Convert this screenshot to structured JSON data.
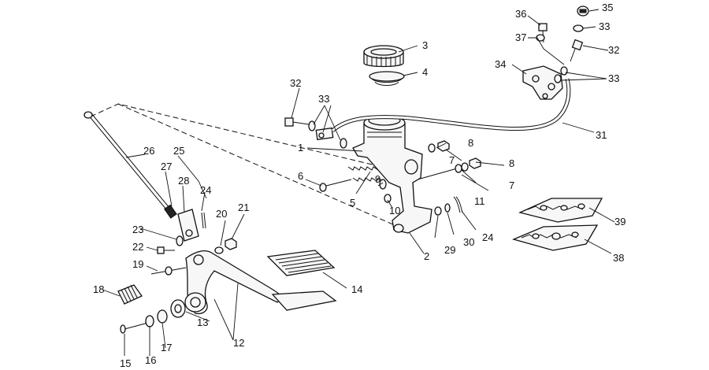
{
  "callouts": [
    {
      "id": "c1",
      "text": "1"
    },
    {
      "id": "c2",
      "text": "2"
    },
    {
      "id": "c3",
      "text": "3"
    },
    {
      "id": "c4",
      "text": "4"
    },
    {
      "id": "c5",
      "text": "5"
    },
    {
      "id": "c6",
      "text": "6"
    },
    {
      "id": "c7a",
      "text": "7"
    },
    {
      "id": "c7b",
      "text": "7"
    },
    {
      "id": "c8a",
      "text": "8"
    },
    {
      "id": "c8b",
      "text": "8"
    },
    {
      "id": "c9",
      "text": "9"
    },
    {
      "id": "c10",
      "text": "10"
    },
    {
      "id": "c11",
      "text": "11"
    },
    {
      "id": "c12",
      "text": "12"
    },
    {
      "id": "c13",
      "text": "13"
    },
    {
      "id": "c14",
      "text": "14"
    },
    {
      "id": "c15",
      "text": "15"
    },
    {
      "id": "c16",
      "text": "16"
    },
    {
      "id": "c17",
      "text": "17"
    },
    {
      "id": "c18",
      "text": "18"
    },
    {
      "id": "c19",
      "text": "19"
    },
    {
      "id": "c20",
      "text": "20"
    },
    {
      "id": "c21",
      "text": "21"
    },
    {
      "id": "c22",
      "text": "22"
    },
    {
      "id": "c23",
      "text": "23"
    },
    {
      "id": "c24a",
      "text": "24"
    },
    {
      "id": "c24b",
      "text": "24"
    },
    {
      "id": "c25",
      "text": "25"
    },
    {
      "id": "c26",
      "text": "26"
    },
    {
      "id": "c27",
      "text": "27"
    },
    {
      "id": "c28",
      "text": "28"
    },
    {
      "id": "c29",
      "text": "29"
    },
    {
      "id": "c30",
      "text": "30"
    },
    {
      "id": "c31",
      "text": "31"
    },
    {
      "id": "c32a",
      "text": "32"
    },
    {
      "id": "c32b",
      "text": "32"
    },
    {
      "id": "c33a",
      "text": "33"
    },
    {
      "id": "c33b",
      "text": "33"
    },
    {
      "id": "c33c",
      "text": "33"
    },
    {
      "id": "c34",
      "text": "34"
    },
    {
      "id": "c35",
      "text": "35"
    },
    {
      "id": "c36",
      "text": "36"
    },
    {
      "id": "c37",
      "text": "37"
    },
    {
      "id": "c38",
      "text": "38"
    },
    {
      "id": "c39",
      "text": "39"
    }
  ]
}
